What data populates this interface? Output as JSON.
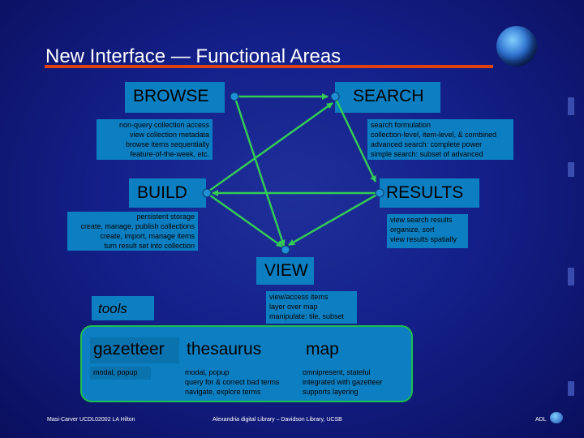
{
  "title": "New Interface — Functional Areas",
  "colors": {
    "background": "#14208a",
    "box": "#0b7fc1",
    "arrow": "#33cc55",
    "title_rule": "#e0420f"
  },
  "boxes": {
    "browse": {
      "label": "BROWSE",
      "lines": [
        "non-query collection access",
        "view collection metadata",
        "browse items sequentially",
        "feature-of-the-week, etc."
      ]
    },
    "search": {
      "label": "SEARCH",
      "lines": [
        "search formulation",
        "collection-level, item-level, & combined",
        "advanced search: complete power",
        "simple search: subset of advanced"
      ]
    },
    "build": {
      "label": "BUILD",
      "lines": [
        "persistent storage",
        "create, manage, publish collections",
        "create, import, manage items",
        "turn result set into collection"
      ]
    },
    "results": {
      "label": "RESULTS",
      "lines": [
        "view search results",
        "organize, sort",
        "view results spatially"
      ]
    },
    "view": {
      "label": "VIEW",
      "lines": [
        "view/access items",
        "layer over map",
        "manipulate: tile, subset"
      ]
    }
  },
  "tools": {
    "label": "tools",
    "gazetteer": {
      "label": "gazetteer",
      "lines": [
        "modal, popup"
      ]
    },
    "thesaurus": {
      "label": "thesaurus",
      "lines": [
        "modal, popup",
        "query for & correct bad terms",
        "navigate, explore terms"
      ]
    },
    "map": {
      "label": "map",
      "lines": [
        "omnipresent, stateful",
        "integrated with gazetteer",
        "supports layering"
      ]
    }
  },
  "footer": {
    "left": "Masi-Carver UCDL02002 LA Hilton",
    "center": "Alexandria digital Library – Davidson Library, UCSB",
    "right": "ADL"
  }
}
